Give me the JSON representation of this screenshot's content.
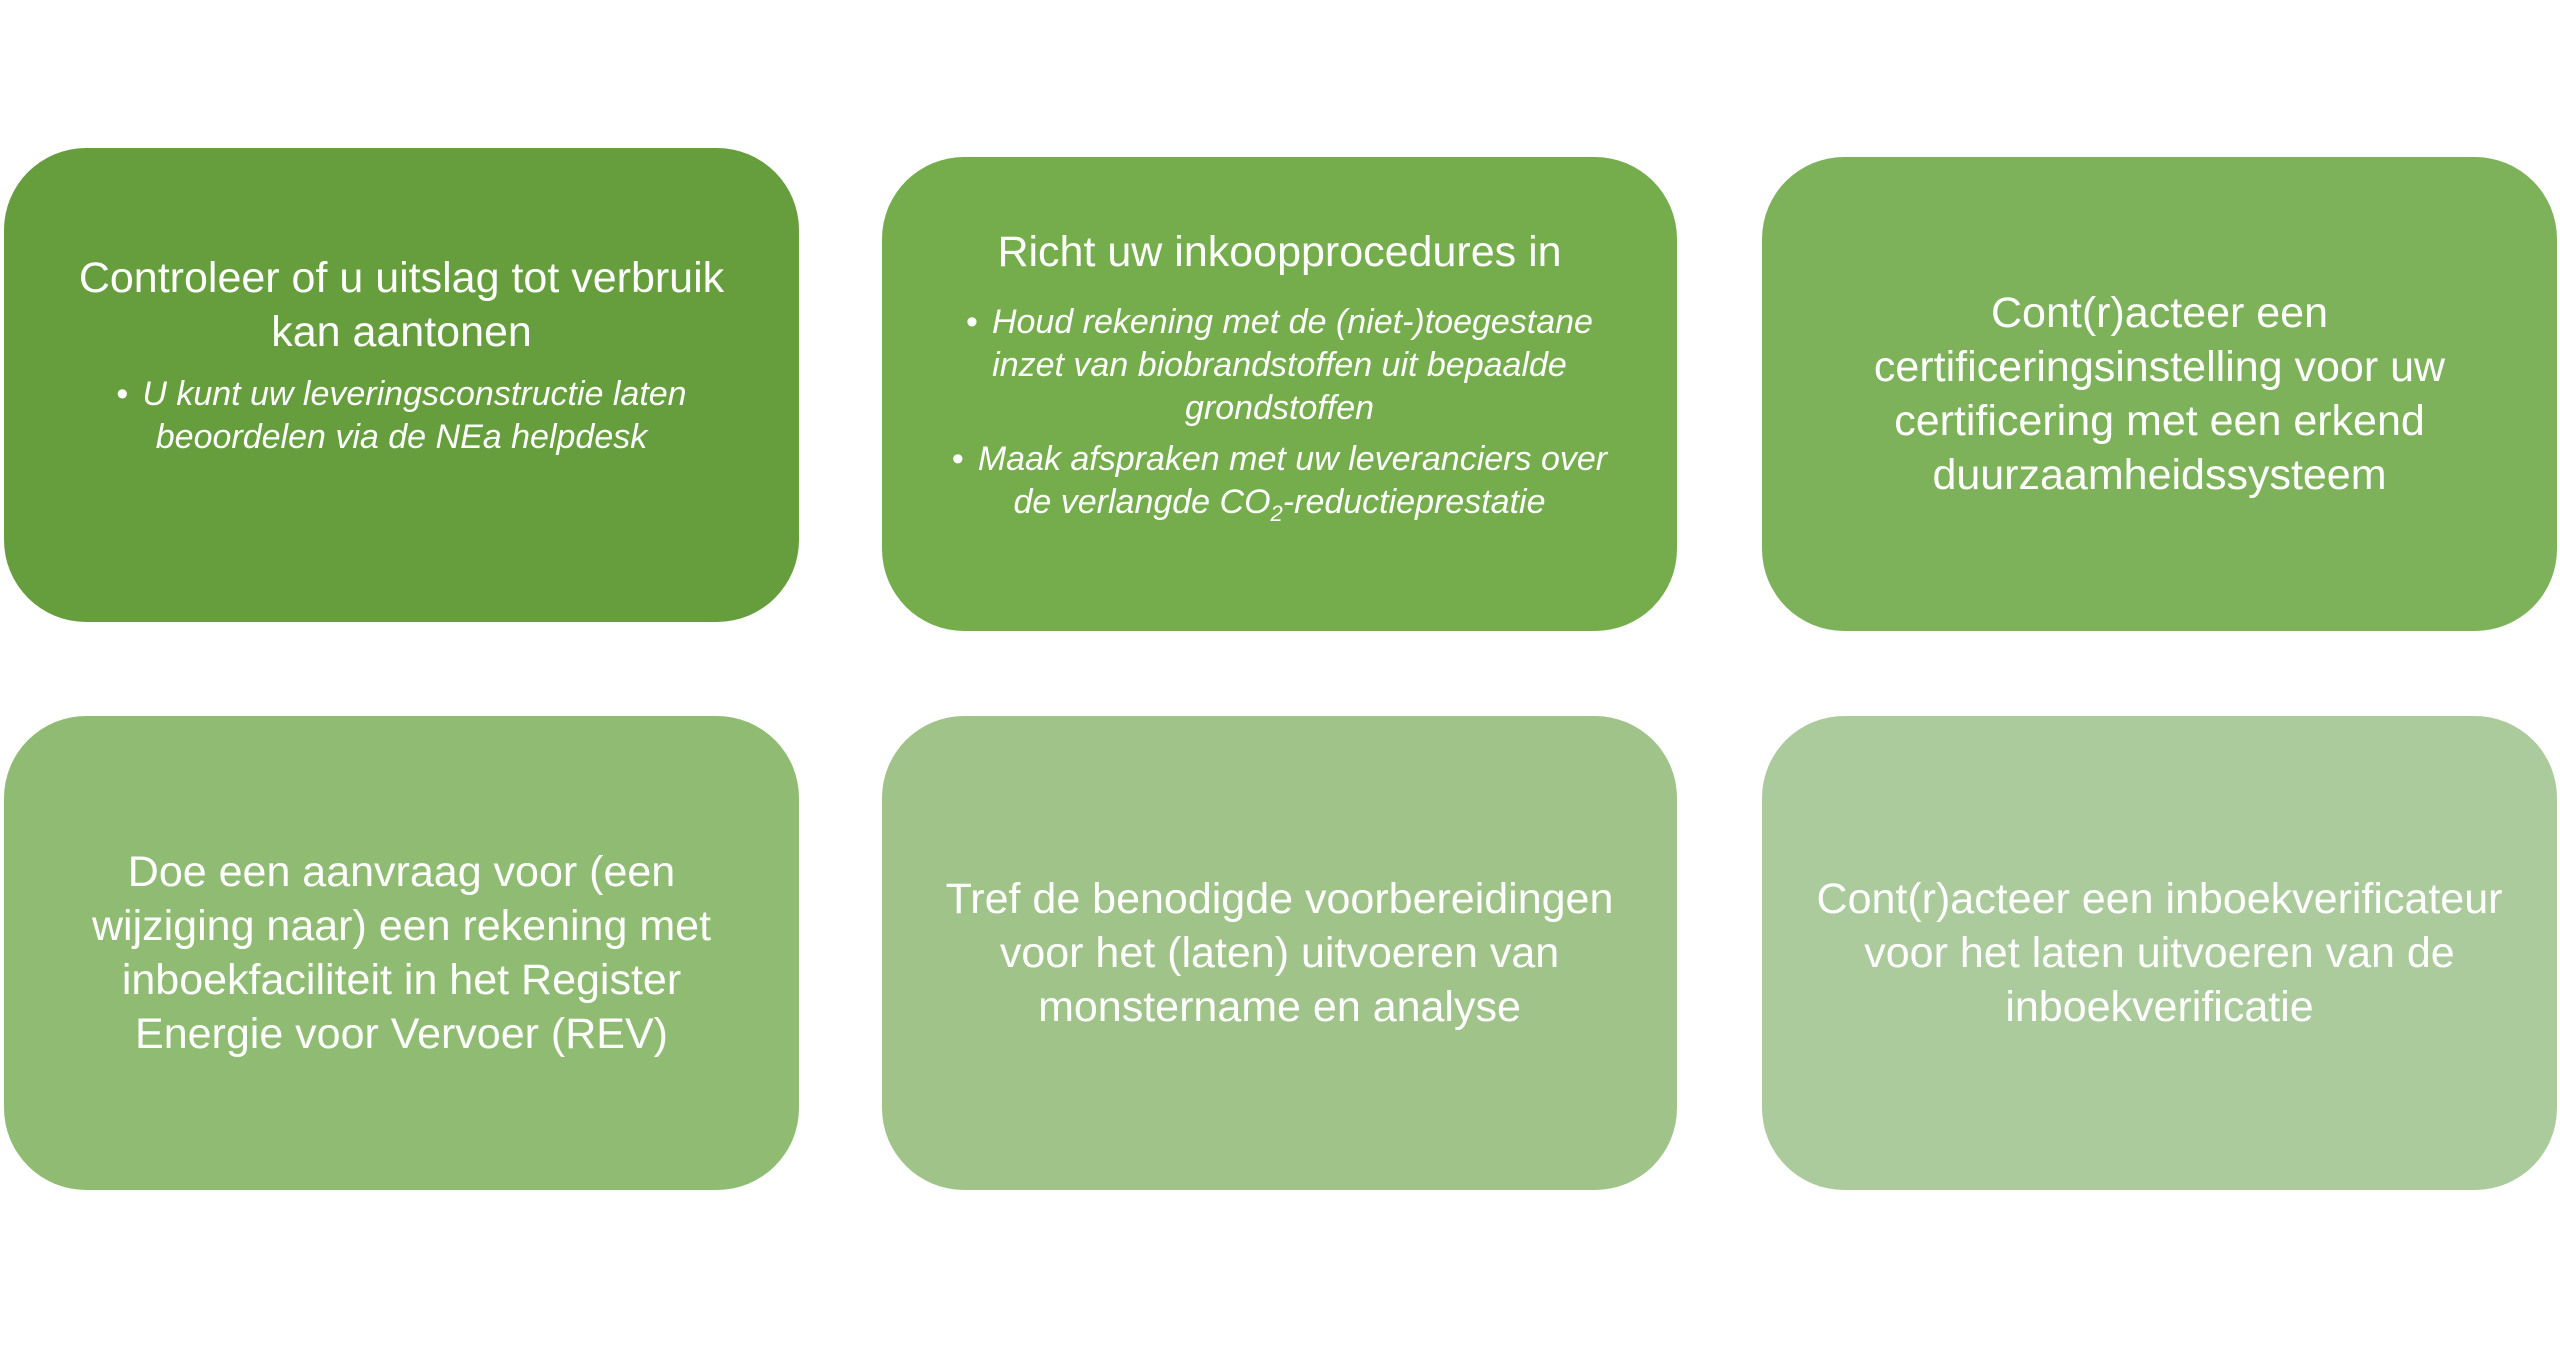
{
  "colors": {
    "card_1": "#669e3e",
    "card_2": "#75ad4d",
    "card_3": "#7db25a",
    "card_4": "#8fbc72",
    "card_5": "#a0c38a",
    "card_6": "#abcb9c",
    "text": "#ffffff"
  },
  "cards": [
    {
      "title": "Controleer of u uitslag tot verbruik kan aantonen",
      "bullets": [
        "U kunt uw leveringsconstructie laten beoordelen via de NEa helpdesk"
      ]
    },
    {
      "title": "Richt uw inkoopprocedures in",
      "bullets": [
        "Houd rekening met de (niet-)toegestane inzet van biobrandstoffen uit bepaalde grondstoffen",
        {
          "before": "Maak afspraken met uw leveranciers over de verlangde CO",
          "subscript": "2",
          "after": "-reductieprestatie"
        }
      ]
    },
    {
      "title": "Cont(r)acteer een certificeringsinstelling voor uw certificering met een erkend duurzaamheidssysteem"
    },
    {
      "title": "Doe een aanvraag voor (een wijziging naar) een rekening met inboekfaciliteit in het Register Energie voor Vervoer (REV)"
    },
    {
      "title": "Tref de benodigde voorbereidingen voor het (laten) uitvoeren van monstername en analyse"
    },
    {
      "title": "Cont(r)acteer een inboekverificateur voor het laten uitvoeren van de inboekverificatie"
    }
  ],
  "bullet_symbol": "•"
}
